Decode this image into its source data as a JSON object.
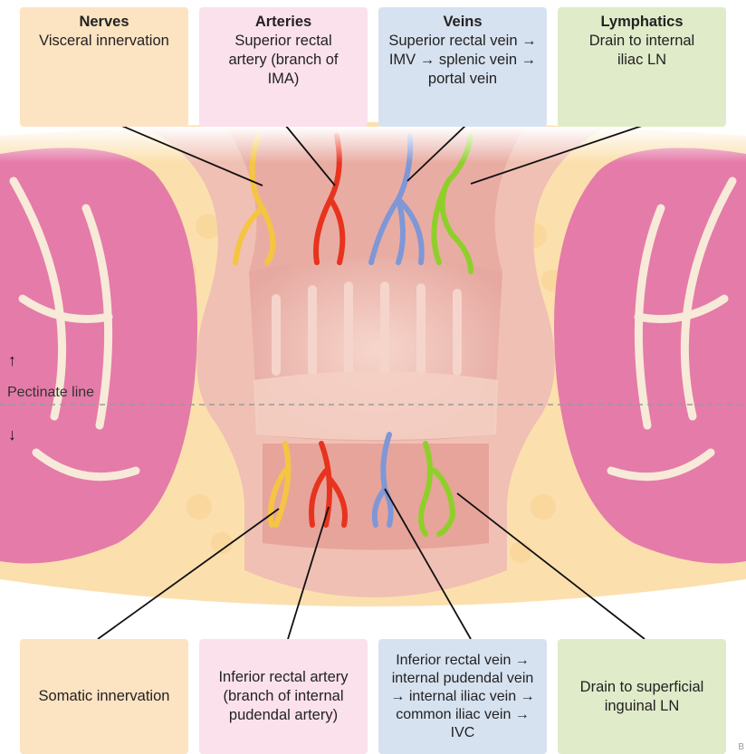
{
  "top_boxes": [
    {
      "title": "Nerves",
      "text": "Visceral innervation"
    },
    {
      "title": "Arteries",
      "text": "Superior rectal artery (branch of IMA)"
    },
    {
      "title": "Veins",
      "text": "Superior rectal vein → IMV  → splenic vein → portal vein"
    },
    {
      "title": "Lymphatics",
      "text": "Drain to internal iliac LN"
    }
  ],
  "bottom_boxes": [
    {
      "text": "Somatic innervation"
    },
    {
      "text": "Inferior rectal artery (branch of internal pudendal artery)"
    },
    {
      "text": "Inferior rectal vein → internal pudendal vein → internal iliac vein → common iliac vein → IVC"
    },
    {
      "text": "Drain to superficial inguinal LN"
    }
  ],
  "pectinate_label": "Pectinate line",
  "arrow_up": "↑",
  "arrow_down": "↓",
  "corner_mark": "B",
  "colors": {
    "nerve": "#f5c542",
    "artery": "#e8331e",
    "vein": "#7f97d6",
    "lymph": "#8fcf2a",
    "muscle": "#e57ba8",
    "fat": "#fbe0ae",
    "tissue": "#f0c0b4",
    "mucosa": "#e8aaa0"
  }
}
